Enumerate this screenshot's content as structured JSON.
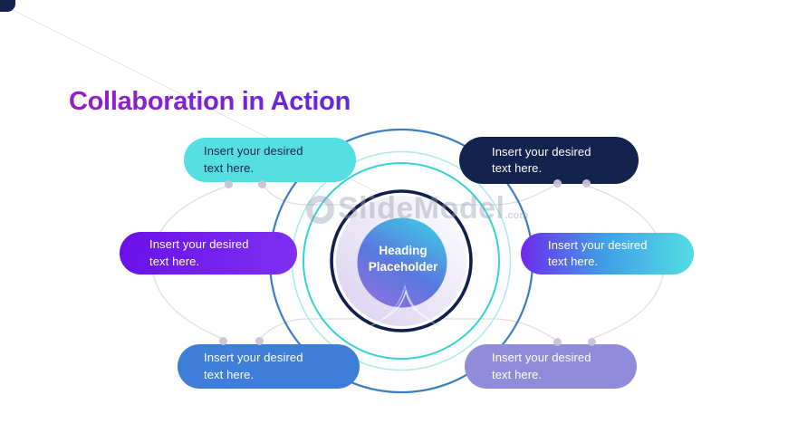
{
  "slide": {
    "title": "Collaboration in Action"
  },
  "watermark": {
    "name": "SlideModel",
    "suffix": ".com"
  },
  "diagram": {
    "center": {
      "line1": "Heading",
      "line2": "Placeholder"
    },
    "pills": [
      {
        "position": "top-left",
        "line1": "Insert your desired",
        "line2": "text here.",
        "bg": "#55dfe3",
        "text_color": "#14234e"
      },
      {
        "position": "top-right",
        "line1": "Insert your desired",
        "line2": "text here.",
        "bg": "#12234e",
        "text_color": "#ffffff"
      },
      {
        "position": "middle-left",
        "line1": "Insert your desired",
        "line2": "text here.",
        "bg": "linear-gradient(95deg,#6a10e8,#7f30f2)",
        "text_color": "#ffffff"
      },
      {
        "position": "middle-right",
        "line1": "Insert your desired",
        "line2": "text here.",
        "bg": "linear-gradient(90deg,#6e2aee 0%,#3f9fe8 48%,#55dde4 100%)",
        "text_color": "#ffffff"
      },
      {
        "position": "bottom-left",
        "line1": "Insert your desired",
        "line2": "text here.",
        "bg": "#3d7ed9",
        "text_color": "#ffffff"
      },
      {
        "position": "bottom-right",
        "line1": "Insert your desired",
        "line2": "text here.",
        "bg": "#908cd9",
        "text_color": "#ffffff"
      }
    ]
  },
  "colors": {
    "title_gradient": [
      "#9a1ec6",
      "#6226dd"
    ],
    "ring_outer": "#3a7dc2",
    "ring_teal_faint": "#a9ebe9",
    "ring_cyan": "#35d3d3",
    "ring_navy": "#101f4c",
    "inner_ring_gradient": [
      "#ffffff",
      "#d9d0ef"
    ],
    "core_gradient": [
      "#40c8e2",
      "#5a77e0",
      "#8a72de"
    ],
    "connector_line": "#dcdce4",
    "dot": "#c7c3d8",
    "corner_accent": "#12234e",
    "background": "#ffffff"
  }
}
